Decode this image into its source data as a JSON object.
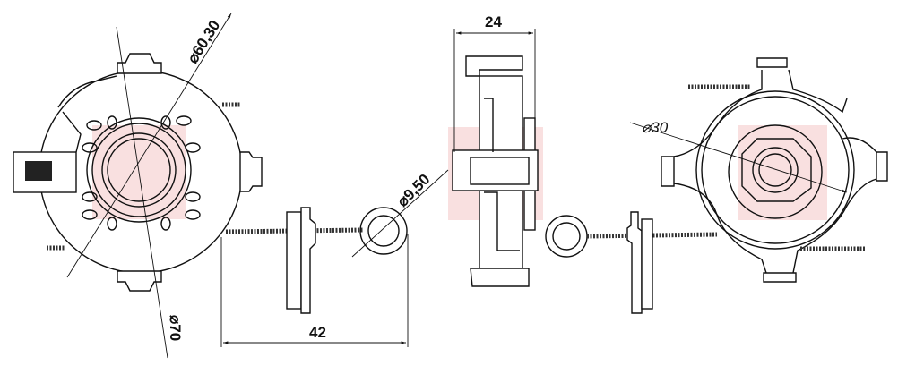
{
  "drawing": {
    "dimensions": {
      "outer_diameter": "⌀70",
      "pitch_diameter": "⌀60,30",
      "eyelet_diameter": "⌀9,50",
      "cable_length": "42",
      "thickness": "24",
      "bore_diameter": "⌀30"
    },
    "colors": {
      "line": "#111111",
      "watermark": "#f4c7c7"
    }
  }
}
